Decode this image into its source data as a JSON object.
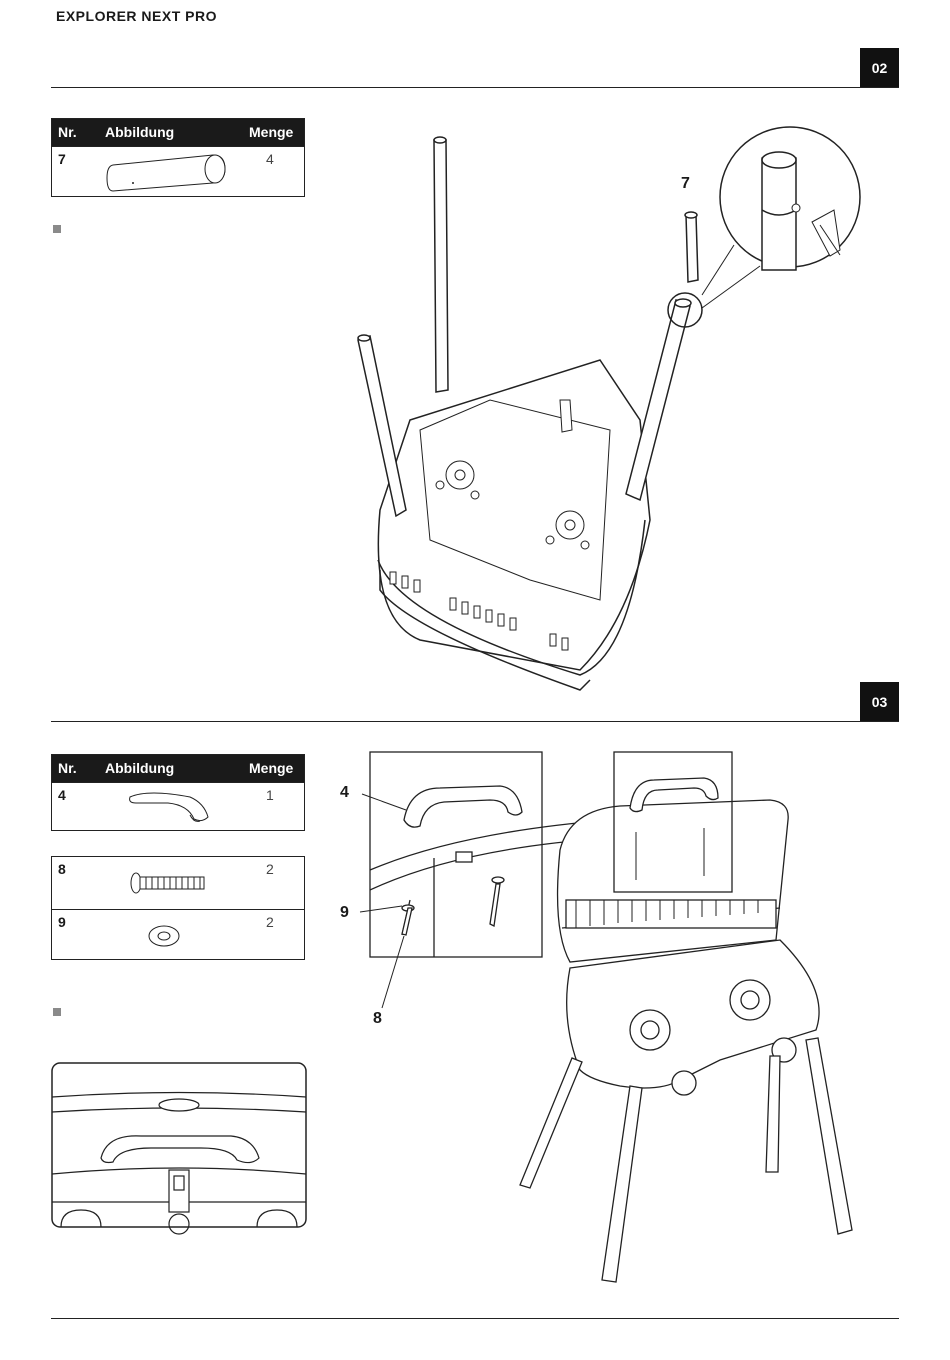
{
  "document": {
    "title": "EXPLORER NEXT PRO"
  },
  "steps": [
    {
      "number": "02",
      "parts_table": {
        "headers": {
          "nr": "Nr.",
          "image": "Abbildung",
          "qty": "Menge"
        },
        "rows": [
          {
            "nr": "7",
            "qty": "4",
            "part": "leg-extension-tube"
          }
        ]
      },
      "callouts": [
        "7"
      ]
    },
    {
      "number": "03",
      "parts_table": {
        "headers": {
          "nr": "Nr.",
          "image": "Abbildung",
          "qty": "Menge"
        },
        "rows": [
          {
            "nr": "4",
            "qty": "1",
            "part": "handle"
          }
        ]
      },
      "parts_table_2": {
        "rows": [
          {
            "nr": "8",
            "qty": "2",
            "part": "screw"
          },
          {
            "nr": "9",
            "qty": "2",
            "part": "washer"
          }
        ]
      },
      "callouts": [
        "4",
        "9",
        "8"
      ]
    }
  ]
}
